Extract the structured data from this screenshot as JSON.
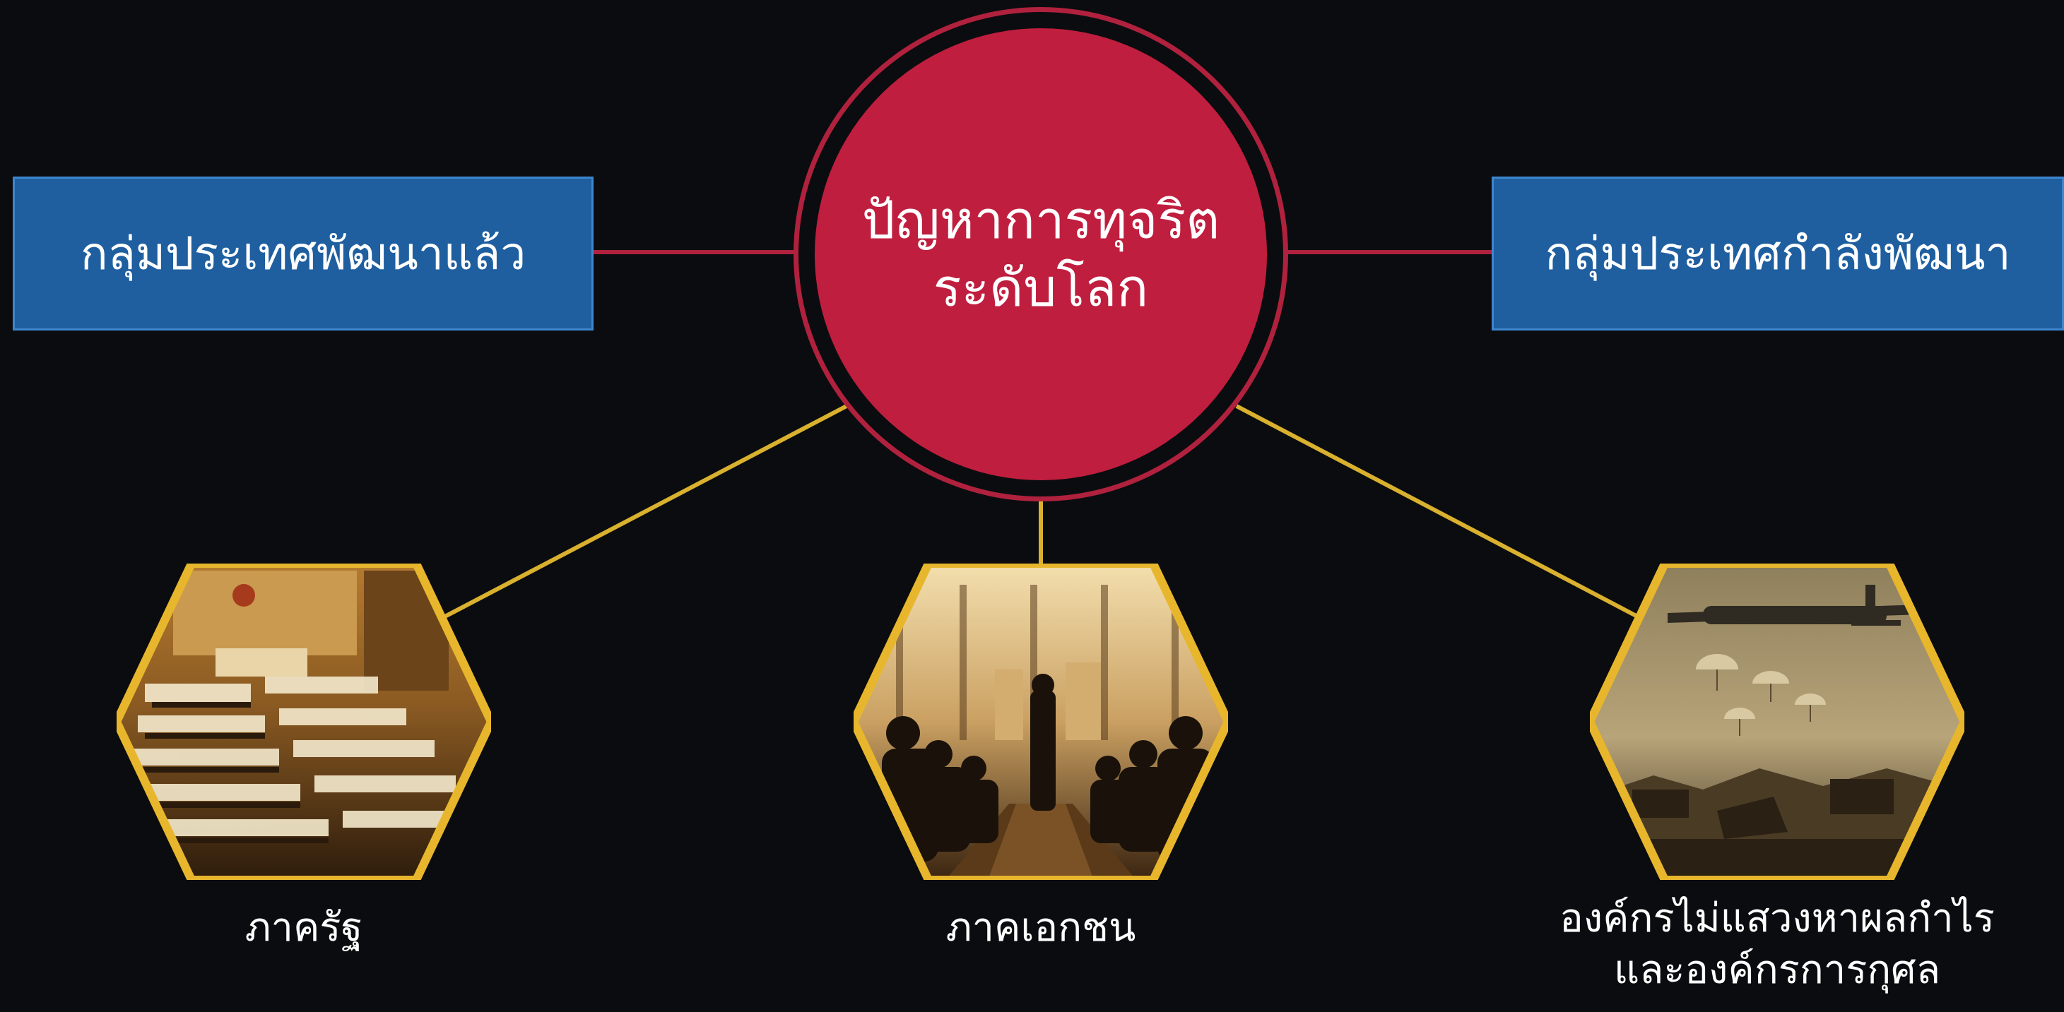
{
  "hub": {
    "line1": "ปัญหาการทุจริต",
    "line2": "ระดับโลก"
  },
  "groups": {
    "developed": "กลุ่มประเทศพัฒนาแล้ว",
    "developing": "กลุ่มประเทศกำลังพัฒนา"
  },
  "sectors": {
    "public": "ภาครัฐ",
    "private": "ภาคเอกชน",
    "nonprofit_line1": "องค์กรไม่แสวงหาผลกำไร",
    "nonprofit_line2": "และองค์กรการกุศล"
  },
  "colors": {
    "background": "#0b0c0f",
    "hub_fill": "#c01e3f",
    "hub_ring": "#b0213e",
    "group_box": "#1f5fa0",
    "hex_border": "#e7b62c",
    "yellow_connector": "#d9b12e",
    "red_connector": "#b0213e"
  },
  "images": {
    "public": "parliament-chamber-photo",
    "private": "boardroom-meeting-photo",
    "nonprofit": "aid-airdrop-photo"
  }
}
